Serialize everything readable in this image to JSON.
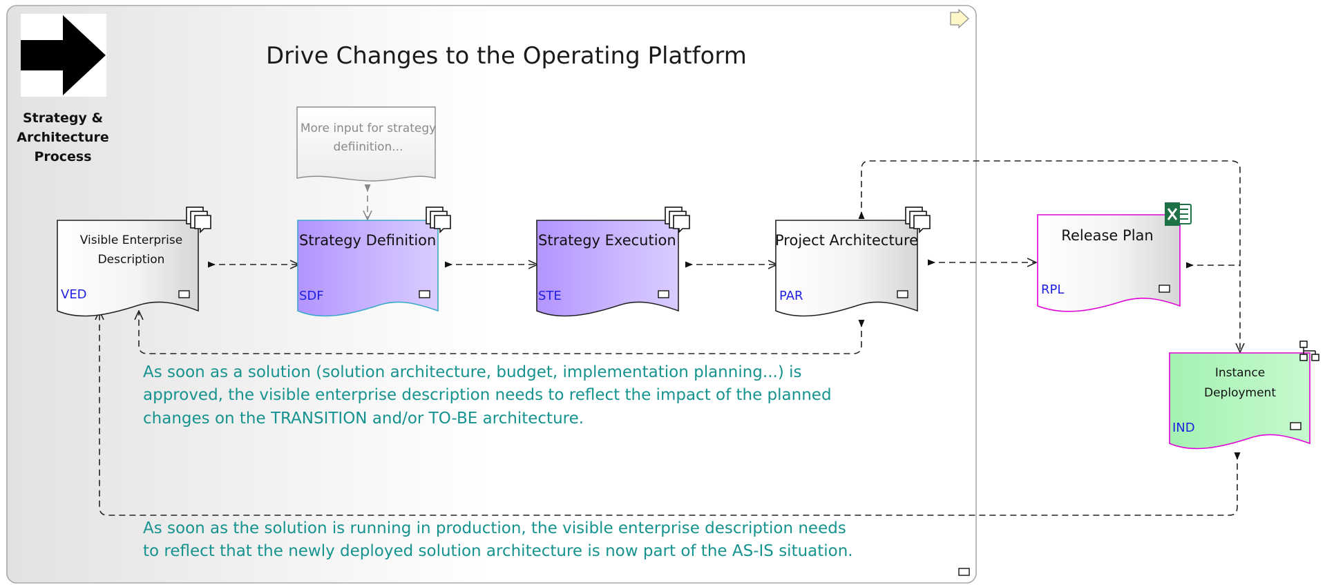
{
  "frame": {
    "title": "Drive Changes to the Operating Platform",
    "lane_label": [
      "Strategy &",
      "Architecture",
      "Process"
    ]
  },
  "note": {
    "lines": [
      "More input for strategy",
      "defiinition..."
    ]
  },
  "elements": {
    "ved": {
      "title_lines": [
        "Visible Enterprise",
        "Description"
      ],
      "code": "VED"
    },
    "sdf": {
      "title": "Strategy Definition",
      "code": "SDF"
    },
    "ste": {
      "title": "Strategy Execution",
      "code": "STE"
    },
    "par": {
      "title": "Project Architecture",
      "code": "PAR"
    },
    "rpl": {
      "title": "Release Plan",
      "code": "RPL"
    },
    "ind": {
      "title_lines": [
        "Instance",
        "Deployment"
      ],
      "code": "IND"
    }
  },
  "annotations": {
    "approved": [
      "As soon as a solution (solution architecture, budget, implementation planning...) is",
      "approved, the visible enterprise description needs to reflect the impact of the planned",
      "changes on the TRANSITION and/or TO-BE architecture."
    ],
    "production": [
      "As soon as the solution is running in production, the visible enterprise description needs",
      "to reflect that the newly deployed solution architecture is now part of the AS-IS situation."
    ]
  },
  "colors": {
    "frame_border": "#a8a8a8",
    "purple_fill": "#c0a8ff",
    "purple_border": "#3aa8c8",
    "magenta_border": "#e000d8",
    "green_fill": "#aaf5b8",
    "code_text": "#1f1fe0",
    "annotation_text": "#16938e",
    "excel_green": "#1e7145"
  }
}
